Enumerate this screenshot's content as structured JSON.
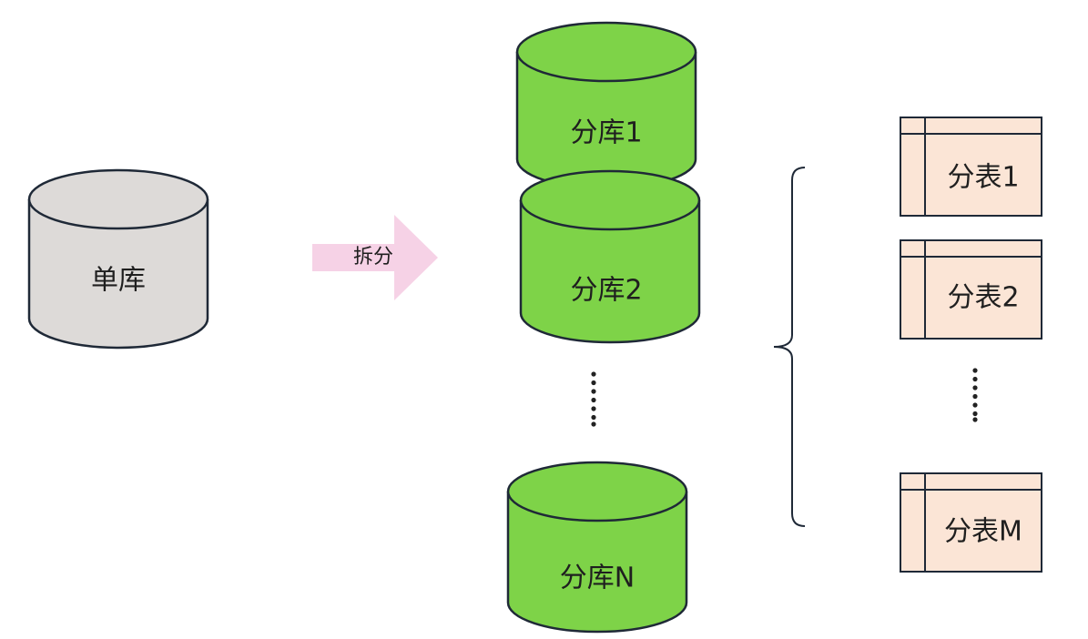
{
  "diagram": {
    "source_db": {
      "label": "单库",
      "fill": "#dddad8"
    },
    "split_arrow": {
      "label": "拆分",
      "fill": "#f6d2e6"
    },
    "shards": [
      {
        "label": "分库1",
        "fill": "#7ed348"
      },
      {
        "label": "分库2",
        "fill": "#7ed348"
      },
      {
        "label": "分库N",
        "fill": "#7ed348"
      }
    ],
    "tables": [
      {
        "label": "分表1",
        "fill": "#fbe5d6"
      },
      {
        "label": "分表2",
        "fill": "#fbe5d6"
      },
      {
        "label": "分表M",
        "fill": "#fbe5d6"
      }
    ],
    "stroke_color": "#1f2937"
  }
}
